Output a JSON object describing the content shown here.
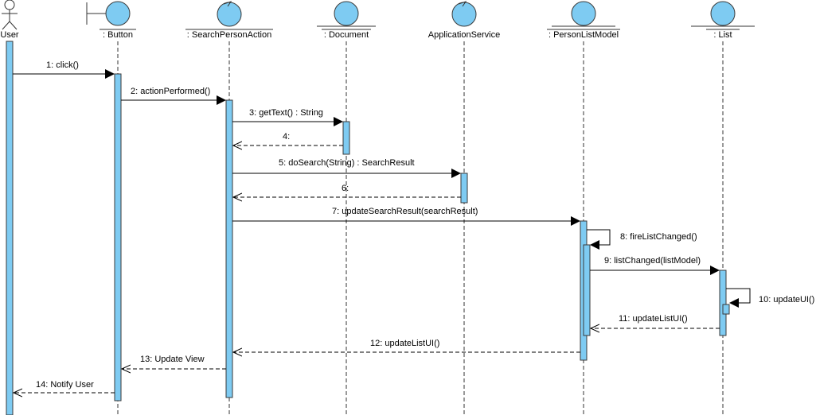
{
  "participants": [
    {
      "id": "user",
      "kind": "actor",
      "label": "User"
    },
    {
      "id": "button",
      "kind": "boundary",
      "label": ": Button"
    },
    {
      "id": "searchPersonAction",
      "kind": "control",
      "label": ": SearchPersonAction"
    },
    {
      "id": "document",
      "kind": "entity",
      "label": ": Document"
    },
    {
      "id": "applicationService",
      "kind": "control",
      "label": "ApplicationService"
    },
    {
      "id": "personListModel",
      "kind": "entity",
      "label": ": PersonListModel"
    },
    {
      "id": "list",
      "kind": "entity",
      "label": ": List"
    }
  ],
  "messages": [
    {
      "num": 1,
      "from": "user",
      "to": "button",
      "type": "sync",
      "label": "1: click()"
    },
    {
      "num": 2,
      "from": "button",
      "to": "searchPersonAction",
      "type": "sync",
      "label": "2: actionPerformed()"
    },
    {
      "num": 3,
      "from": "searchPersonAction",
      "to": "document",
      "type": "sync",
      "label": "3: getText() : String"
    },
    {
      "num": 4,
      "from": "document",
      "to": "searchPersonAction",
      "type": "return",
      "label": "4:"
    },
    {
      "num": 5,
      "from": "searchPersonAction",
      "to": "applicationService",
      "type": "sync",
      "label": "5: doSearch(String) : SearchResult"
    },
    {
      "num": 6,
      "from": "applicationService",
      "to": "searchPersonAction",
      "type": "return",
      "label": "6:"
    },
    {
      "num": 7,
      "from": "searchPersonAction",
      "to": "personListModel",
      "type": "sync",
      "label": "7: updateSearchResult(searchResult)"
    },
    {
      "num": 8,
      "from": "personListModel",
      "to": "personListModel",
      "type": "self",
      "label": "8: fireListChanged()"
    },
    {
      "num": 9,
      "from": "personListModel",
      "to": "list",
      "type": "sync",
      "label": "9: listChanged(listModel)"
    },
    {
      "num": 10,
      "from": "list",
      "to": "list",
      "type": "self",
      "label": "10: updateUI()"
    },
    {
      "num": 11,
      "from": "list",
      "to": "personListModel",
      "type": "return",
      "label": "11: updateListUI()"
    },
    {
      "num": 12,
      "from": "personListModel",
      "to": "searchPersonAction",
      "type": "return",
      "label": "12: updateListUI()"
    },
    {
      "num": 13,
      "from": "searchPersonAction",
      "to": "button",
      "type": "return",
      "label": "13: Update View"
    },
    {
      "num": 14,
      "from": "button",
      "to": "user",
      "type": "return",
      "label": "14: Notify User"
    }
  ],
  "colors": {
    "fill": "#7ecbf2",
    "stroke": "#3a3a3a",
    "line": "#000000"
  }
}
